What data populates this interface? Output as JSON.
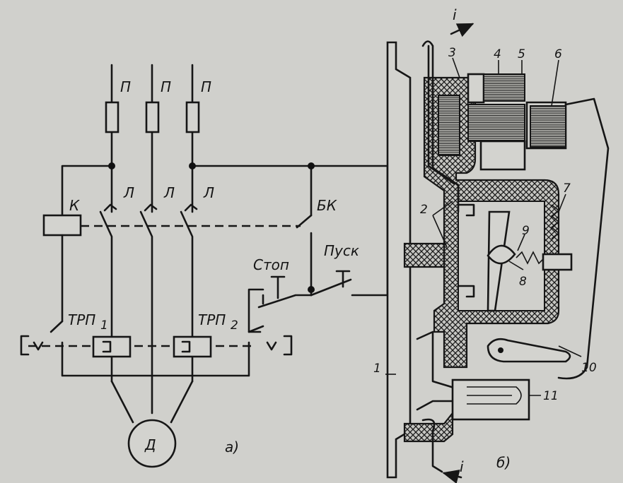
{
  "circuit": {
    "fuse_label": "П",
    "contact_label": "Л",
    "coil_label": "К",
    "block_contact_label": "БК",
    "stop_label": "Стоп",
    "start_label": "Пуск",
    "relay1_label": "ТРП",
    "relay1_sub": "1",
    "relay2_label": "ТРП",
    "relay2_sub": "2",
    "motor_label": "Д",
    "caption": "а)"
  },
  "device": {
    "current_top": "i",
    "current_bottom": "i",
    "callouts": [
      "1",
      "2",
      "3",
      "4",
      "5",
      "6",
      "7",
      "8",
      "9",
      "10",
      "11"
    ],
    "caption": "б)"
  }
}
